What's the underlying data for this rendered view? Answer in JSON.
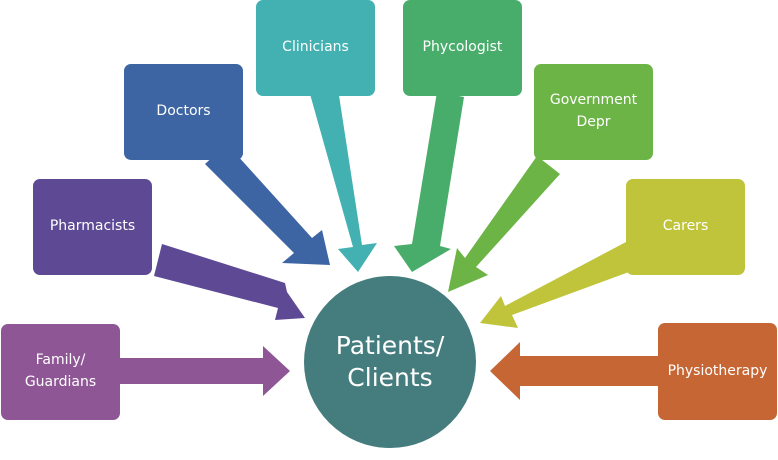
{
  "center": {
    "label": "Patients/\nClients",
    "color": "#457d7e"
  },
  "nodes": [
    {
      "id": "family",
      "label": "Family/\nGuardians",
      "color": "#8f5696"
    },
    {
      "id": "pharmacists",
      "label": "Pharmacists",
      "color": "#5e4a94"
    },
    {
      "id": "doctors",
      "label": "Doctors",
      "color": "#3d64a3"
    },
    {
      "id": "clinicians",
      "label": "Clinicians",
      "color": "#43b1b1"
    },
    {
      "id": "phycologist",
      "label": "Phycologist",
      "color": "#48ad6a"
    },
    {
      "id": "government",
      "label": "Government\nDepr",
      "color": "#6db447"
    },
    {
      "id": "carers",
      "label": "Carers",
      "color": "#bfc43b"
    },
    {
      "id": "physiotherapy",
      "label": "Physiotherapy",
      "color": "#c66634"
    }
  ]
}
